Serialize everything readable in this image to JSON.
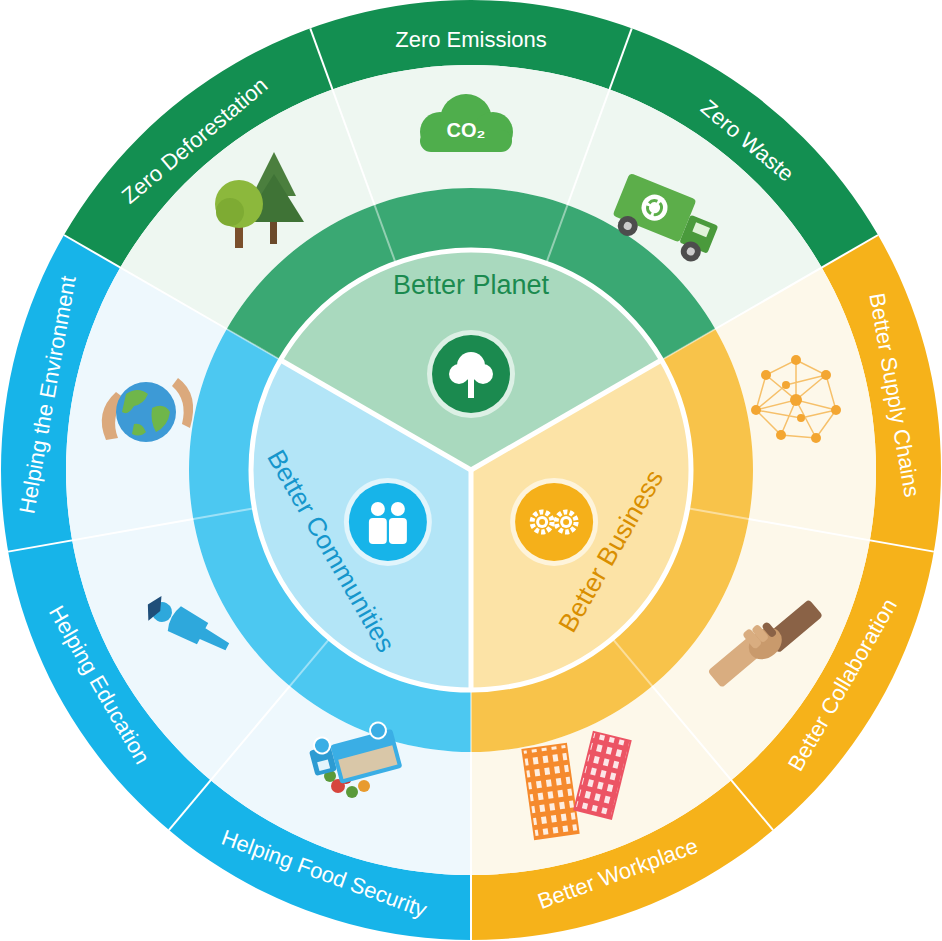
{
  "diagram": {
    "nodes": [
      {
        "text": [
          "Better Planet"
        ]
      },
      {
        "text": [
          "Zero Deforestation"
        ]
      },
      {
        "text": [
          "Zero Emissions"
        ]
      },
      {
        "text": [
          "Zero Waste"
        ]
      },
      {
        "text": [
          "Better Business"
        ]
      },
      {
        "text": [
          "Better Supply Chains"
        ]
      },
      {
        "text": [
          "Better Collaboration"
        ]
      },
      {
        "text": [
          "Better Workplace"
        ]
      },
      {
        "text": [
          "Better Communities"
        ]
      },
      {
        "text": [
          "Helping Food Security"
        ]
      },
      {
        "text": [
          "Helping Education"
        ]
      },
      {
        "text": [
          "Helping the Environment"
        ]
      }
    ],
    "labels": [
      "CO₂"
    ]
  }
}
